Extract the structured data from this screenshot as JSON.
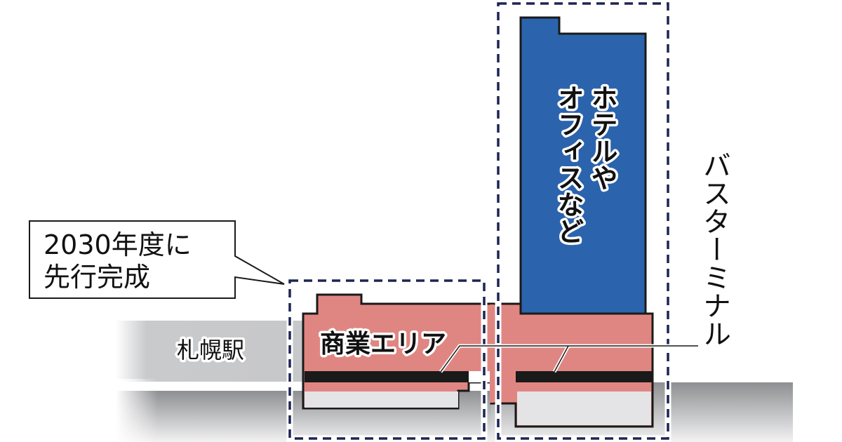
{
  "labels": {
    "callout_line1": "2030年度に",
    "callout_line2": "先行完成",
    "commercial_area": "商業エリア",
    "sapporo_station": "札幌駅",
    "tower_line1": "ホテルや",
    "tower_line2": "オフィスなど",
    "bus_terminal": "バスターミナル"
  },
  "colors": {
    "tower_blue": "#2b64ad",
    "podium_pink": "#e08682",
    "dash_navy": "#1c2552",
    "floor_black": "#1a1a1a",
    "basement_gray": "#e4e4e6",
    "station_gray": "#c4c5c8"
  }
}
